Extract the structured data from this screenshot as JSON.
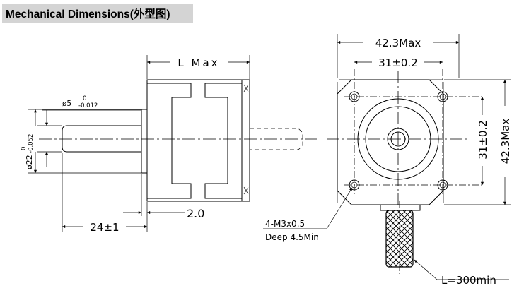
{
  "title": "Mechanical Dimensions(外型图)",
  "side_view": {
    "length": "L Max",
    "shaft_dia_value": "ø5",
    "shaft_tol_upper": "0",
    "shaft_tol_lower": "-0.012",
    "boss_dia_value": "ø22",
    "boss_tol_upper": "0",
    "boss_tol_lower": "-0.052",
    "shaft_length": "24±1",
    "boss_height": "2.0"
  },
  "front_view": {
    "width": "42.3Max",
    "hole_pitch_h": "31±0.2",
    "hole_pitch_v": "31±0.2",
    "height": "42.3Max",
    "thread": "4-M3x0.5",
    "depth": "Deep 4.5Min",
    "lead_length": "L=300min"
  }
}
